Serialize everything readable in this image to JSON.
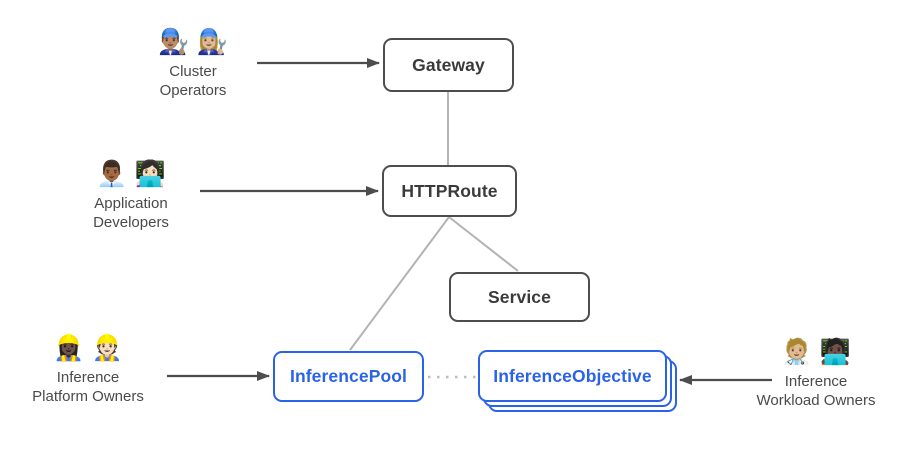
{
  "colors": {
    "background": "#ffffff",
    "node_border_gray": "#4d4d4d",
    "node_text_gray": "#3a3a3a",
    "node_blue": "#2a63e8",
    "connector_gray": "#b3b3b3",
    "dotted_gray": "#bdbdbd",
    "arrow_gray": "#4d4d4d",
    "persona_label_gray": "#4a4a4a"
  },
  "nodes": {
    "gateway": {
      "label": "Gateway"
    },
    "httproute": {
      "label": "HTTPRoute"
    },
    "service": {
      "label": "Service"
    },
    "inference_pool": {
      "label": "InferencePool"
    },
    "inference_objective": {
      "label": "InferenceObjective",
      "stacked_copies": 3
    }
  },
  "personas": {
    "cluster_operators": {
      "emoji": "👨🏽‍🔧 👩🏼‍🔧",
      "line1": "Cluster",
      "line2": "Operators"
    },
    "application_developers": {
      "emoji": "👨🏾‍💼 👩🏻‍💻",
      "line1": "Application",
      "line2": "Developers"
    },
    "inference_platform_owners": {
      "emoji": "👷🏿‍♀️ 👷🏻",
      "line1": "Inference",
      "line2": "Platform Owners"
    },
    "inference_workload_owners": {
      "emoji": "🧑🏼‍⚕️ 🧑🏿‍💻",
      "line1": "Inference",
      "line2": "Workload Owners"
    }
  },
  "edges": [
    {
      "from": "cluster_operators",
      "to": "gateway",
      "style": "arrow"
    },
    {
      "from": "application_developers",
      "to": "httproute",
      "style": "arrow"
    },
    {
      "from": "inference_platform_owners",
      "to": "inference_pool",
      "style": "arrow"
    },
    {
      "from": "inference_workload_owners",
      "to": "inference_objective",
      "style": "arrow"
    },
    {
      "from": "gateway",
      "to": "httproute",
      "style": "line"
    },
    {
      "from": "httproute",
      "to": "inference_pool",
      "style": "line"
    },
    {
      "from": "httproute",
      "to": "service",
      "style": "line"
    },
    {
      "from": "inference_pool",
      "to": "inference_objective",
      "style": "dotted"
    }
  ]
}
